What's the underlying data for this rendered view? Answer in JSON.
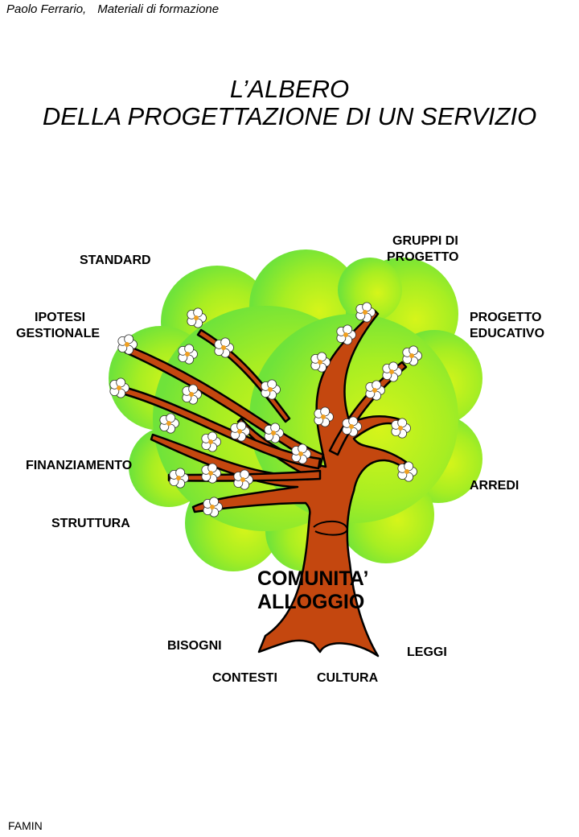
{
  "header": {
    "author": "Paolo Ferrario,",
    "subtitle": "Materiali di formazione"
  },
  "title": {
    "line1": "L’ALBERO",
    "line2": "DELLA PROGETTAZIONE DI UN SERVIZIO"
  },
  "labels": {
    "standard": "STANDARD",
    "gruppi_1": "GRUPPI DI",
    "gruppi_2": "PROGETTO",
    "ipotesi_1": "IPOTESI",
    "ipotesi_2": "GESTIONALE",
    "progetto_1": "PROGETTO",
    "progetto_2": "EDUCATIVO",
    "finanziamento": "FINANZIAMENTO",
    "arredi": "ARREDI",
    "struttura": "STRUTTURA",
    "comunita": "COMUNITA’",
    "alloggio": "ALLOGGIO",
    "bisogni": "BISOGNI",
    "leggi": "LEGGI",
    "contesti": "CONTESTI",
    "cultura": "CULTURA"
  },
  "footer": "FAMIN",
  "colors": {
    "canopy_center": "#ccf21a",
    "canopy_edge": "#6fe33a",
    "trunk": "#c4470f",
    "outline": "#000000"
  }
}
